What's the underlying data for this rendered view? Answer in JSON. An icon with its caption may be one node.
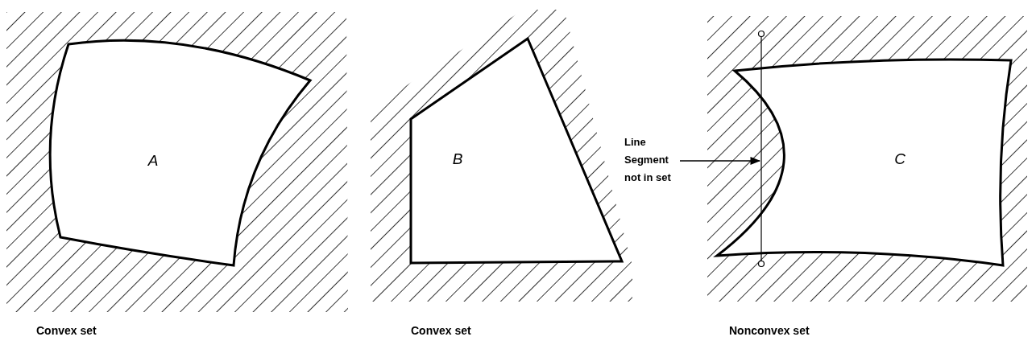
{
  "diagram": {
    "nodes": [
      {
        "text": [
          "A"
        ]
      },
      {
        "text": [
          "B"
        ]
      },
      {
        "text": [
          "Line Segment not in set"
        ]
      },
      {
        "text": [
          "C"
        ]
      },
      {
        "text": [],
        "shape": "line"
      }
    ],
    "edges": [
      {
        "from": 2,
        "to": 4,
        "arrow": "to"
      }
    ],
    "labels": [
      "Convex set",
      "Convex set",
      "Nonconvex set"
    ]
  }
}
